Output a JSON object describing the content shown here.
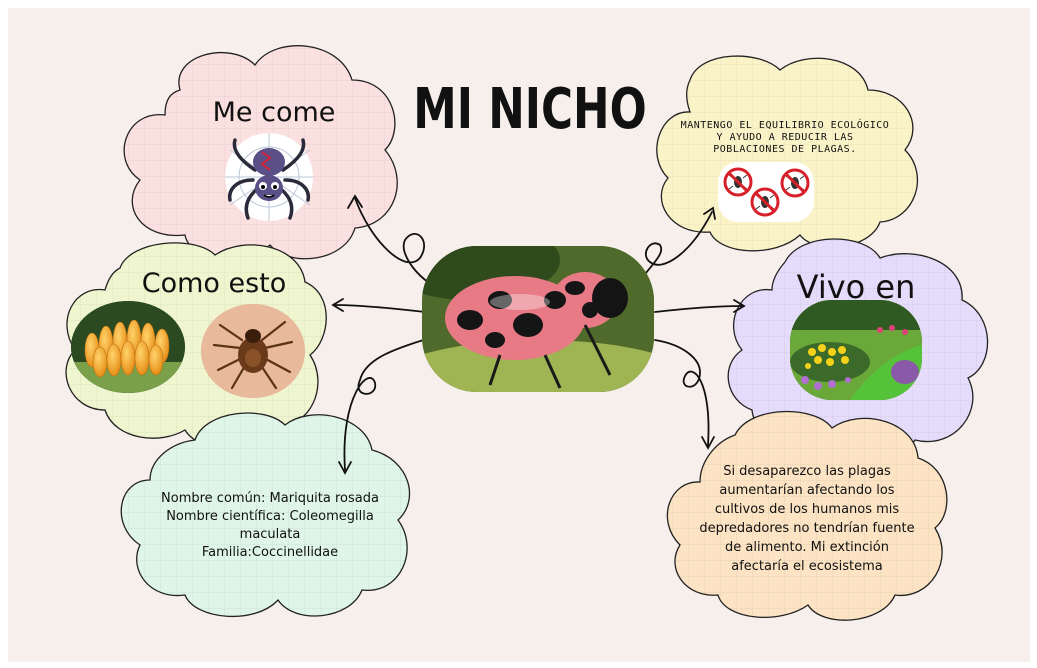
{
  "title": "MI NICHO",
  "nodes": {
    "me_come": {
      "label": "Me come"
    },
    "como_esto": {
      "label": "Como esto"
    },
    "vivo_en": {
      "label": "Vivo en"
    },
    "rol": {
      "text": "MANTENGO EL EQUILIBRIO ECOLÓGICO Y AYUDO A REDUCIR LAS POBLACIONES DE PLAGAS."
    },
    "datos": {
      "line1": "Nombre común: Mariquita rosada",
      "line2": "Nombre científica: Coleomegilla",
      "line3": "maculata",
      "line4": "Familia:Coccinellidae"
    },
    "extincion": {
      "line1": "Si desaparezco las plagas",
      "line2": "aumentarían afectando los",
      "line3": "cultivos de los humanos mis",
      "line4": "depredadores no tendrían fuente",
      "line5": "de alimento. Mi extinción",
      "line6": "afectaría el ecosistema"
    }
  },
  "colors": {
    "background": "#f6efeb",
    "pink": "#fbe0e0",
    "yellow": "#fbf3c8",
    "green_light": "#eef5cf",
    "purple": "#e4dcfa",
    "mint": "#dff5e8",
    "orange": "#fbe3c3",
    "ladybug_pink": "#e87a86"
  },
  "icons": [
    "spider-icon",
    "eggs-image",
    "tick-image",
    "ladybug-image",
    "garden-image",
    "no-bug-icon"
  ]
}
